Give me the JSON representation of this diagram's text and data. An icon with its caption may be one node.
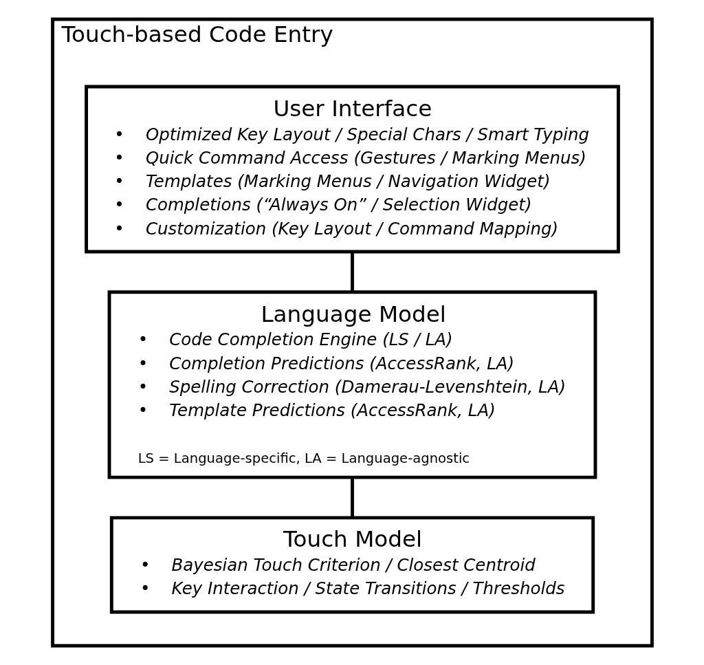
{
  "diagram": {
    "nodes": [
      {
        "text": [
          "Touch-based Code Entry"
        ]
      },
      {
        "text": [
          "User Interface",
          "•    Optimized Key Layout / Special Chars / Smart Typing",
          "•    Quick Command Access (Gestures / Marking Menus)",
          "•    Templates (Marking Menus / Navigation Widget)",
          "•    Completions (“Always On” / Selection Widget)",
          "•    Customization (Key Layout / Command Mapping)"
        ],
        "in": 0
      },
      {
        "text": [
          "Language Model",
          "•    Code Completion Engine (LS / LA)",
          "•    Completion Predictions (AccessRank, LA)",
          "•    Spelling Correction (Damerau-Levenshtein, LA)",
          "•    Template Predictions (AccessRank, LA)",
          "LS = Language-specific, LA = Language-agnostic"
        ],
        "in": 0
      },
      {
        "text": [
          "Touch Model",
          "•    Bayesian Touch Criterion / Closest Centroid",
          "•    Key Interaction / State Transitions / Thresholds"
        ],
        "in": 0
      }
    ],
    "edges": [
      {
        "from": 1,
        "to": 2,
        "arrow": "none"
      },
      {
        "from": 2,
        "to": 3,
        "arrow": "none"
      }
    ]
  }
}
